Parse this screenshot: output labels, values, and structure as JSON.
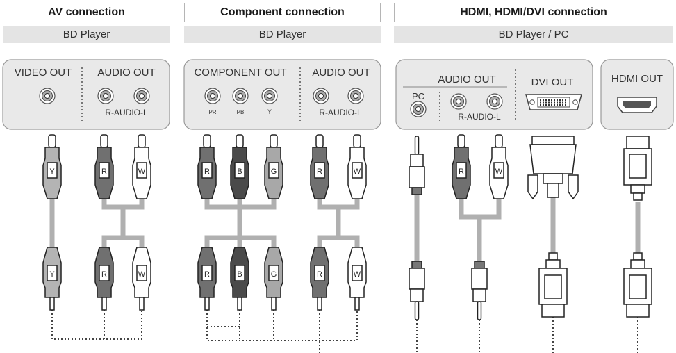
{
  "sections": {
    "av": {
      "title": "AV connection",
      "subtitle": "BD Player"
    },
    "component": {
      "title": "Component connection",
      "subtitle": "BD Player"
    },
    "hdmi": {
      "title": "HDMI, HDMI/DVI connection",
      "subtitle": "BD Player / PC"
    }
  },
  "panels": {
    "av": {
      "video_out": "VIDEO OUT",
      "audio_out": "AUDIO OUT",
      "audio_sub": "R-AUDIO-L"
    },
    "component": {
      "component_out": "COMPONENT OUT",
      "pr": "PR",
      "pb": "PB",
      "y": "Y",
      "audio_out": "AUDIO OUT",
      "audio_sub": "R-AUDIO-L"
    },
    "hdmi_dvi": {
      "audio_out": "AUDIO OUT",
      "pc": "PC",
      "audio_sub": "R-AUDIO-L",
      "dvi_out": "DVI OUT"
    },
    "hdmi": {
      "hdmi_out": "HDMI OUT"
    }
  },
  "plug_letters": {
    "y": "Y",
    "r": "R",
    "w": "W",
    "b": "B",
    "g": "G"
  },
  "colors": {
    "red_plug": "#707070",
    "blue_plug": "#4a4a4a",
    "green_plug": "#a8a8a8",
    "yellow_plug": "#b4b4b4",
    "white_plug": "#ffffff",
    "cable": "#b0b0b0",
    "panel_bg": "#e9e9e9"
  }
}
